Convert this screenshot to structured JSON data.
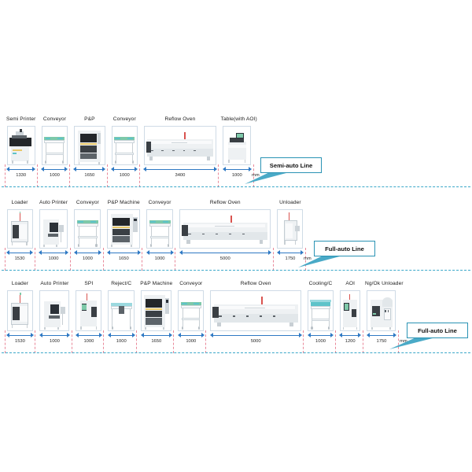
{
  "unit_label": "mm",
  "colors": {
    "accent_blue": "#2f79c4",
    "callout_border": "#2a93b4",
    "baseline": "#3ba8c9",
    "tick": "#e9899a",
    "photo_border": "#cfdbe6"
  },
  "lines": [
    {
      "id": "semi-auto-line",
      "callout": "Semi-auto Line",
      "stations": [
        {
          "label": "Semi Printer",
          "dim": "1330",
          "art": "printer-semi"
        },
        {
          "label": "Conveyor",
          "dim": "1000",
          "art": "conveyor"
        },
        {
          "label": "P&P",
          "dim": "1650",
          "art": "pnp"
        },
        {
          "label": "Conveyor",
          "dim": "1000",
          "art": "conveyor"
        },
        {
          "label": "Reflow Oven",
          "dim": "3400",
          "art": "reflow"
        },
        {
          "label": "Table(with AOI)",
          "dim": "1000",
          "art": "table-aoi"
        }
      ]
    },
    {
      "id": "full-auto-line-1",
      "callout": "Full-auto Line",
      "stations": [
        {
          "label": "Loader",
          "dim": "1530",
          "art": "loader"
        },
        {
          "label": "Auto Printer",
          "dim": "1000",
          "art": "auto-printer"
        },
        {
          "label": "Conveyor",
          "dim": "1000",
          "art": "conveyor"
        },
        {
          "label": "P&P Machine",
          "dim": "1650",
          "art": "pnp-machine"
        },
        {
          "label": "Conveyor",
          "dim": "1000",
          "art": "conveyor"
        },
        {
          "label": "Reflow Oven",
          "dim": "5000",
          "art": "reflow-long"
        },
        {
          "label": "Unloader",
          "dim": "1750",
          "art": "unloader"
        }
      ]
    },
    {
      "id": "full-auto-line-2",
      "callout": "Full-auto Line",
      "stations": [
        {
          "label": "Loader",
          "dim": "1530",
          "art": "loader"
        },
        {
          "label": "Auto Printer",
          "dim": "1000",
          "art": "auto-printer"
        },
        {
          "label": "SPI",
          "dim": "1000",
          "art": "spi"
        },
        {
          "label": "Reject/C",
          "dim": "1000",
          "art": "reject-c"
        },
        {
          "label": "P&P Machine",
          "dim": "1650",
          "art": "pnp-machine"
        },
        {
          "label": "Conveyor",
          "dim": "1000",
          "art": "conveyor"
        },
        {
          "label": "Reflow Oven",
          "dim": "5000",
          "art": "reflow-long"
        },
        {
          "label": "Cooling/C",
          "dim": "1000",
          "art": "cooling"
        },
        {
          "label": "AOI",
          "dim": "1200",
          "art": "aoi"
        },
        {
          "label": "Ng/Ok Unloader",
          "dim": "1750",
          "art": "ngok-unloader"
        }
      ]
    }
  ]
}
